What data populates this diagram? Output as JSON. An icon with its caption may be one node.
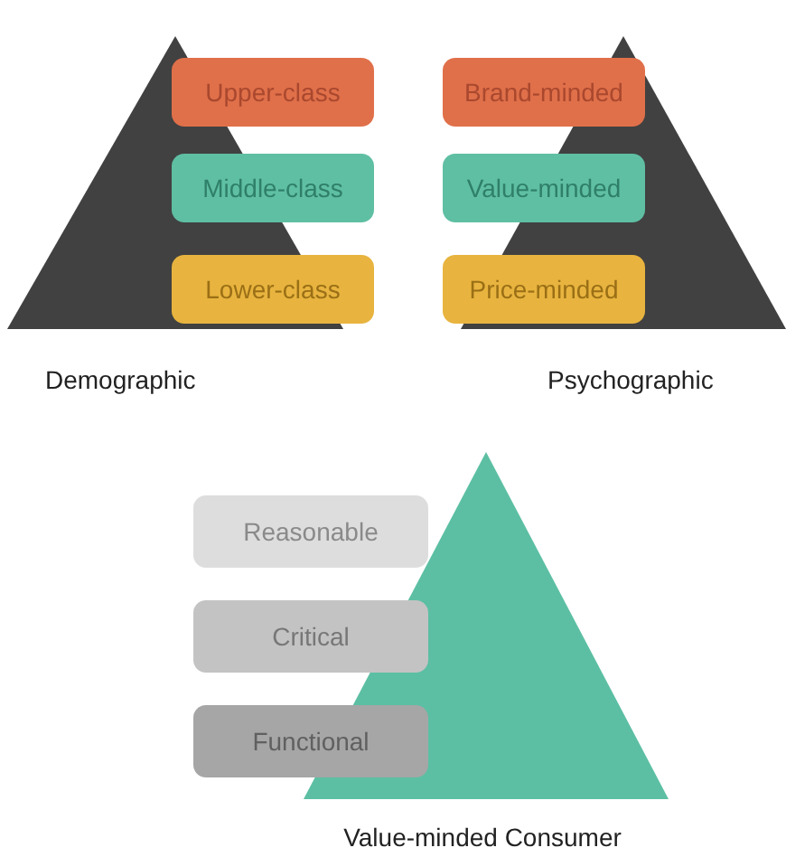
{
  "diagram": {
    "nodes": [
      {
        "text": [],
        "shape": "triangle"
      },
      {
        "text": [
          "Upper-class"
        ]
      },
      {
        "text": [
          "Middle-class"
        ]
      },
      {
        "text": [
          "Lower-class"
        ]
      },
      {
        "text": [],
        "shape": "triangle"
      },
      {
        "text": [
          "Brand-minded"
        ]
      },
      {
        "text": [
          "Value-minded"
        ]
      },
      {
        "text": [
          "Price-minded"
        ]
      },
      {
        "text": [],
        "shape": "triangle"
      },
      {
        "text": [
          "Reasonable"
        ]
      },
      {
        "text": [
          "Critical"
        ]
      },
      {
        "text": [
          "Functional"
        ]
      }
    ],
    "labels": [
      "Demographic",
      "Psychographic",
      "Value-minded Consumer"
    ]
  }
}
